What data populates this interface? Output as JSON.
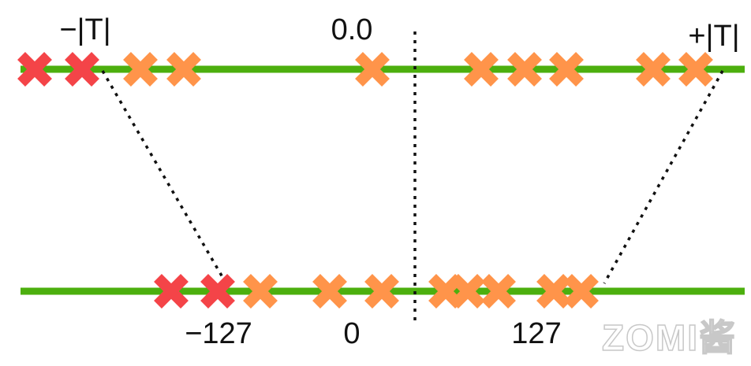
{
  "labels": {
    "neg_threshold": "−|T|",
    "zero_float": "0.0",
    "pos_threshold": "+|T|",
    "neg_int": "−127",
    "zero_int": "0",
    "pos_int": "127"
  },
  "watermark": "ZOMI酱",
  "colors": {
    "axis": "#4caf0e",
    "clipped_marker": "#f44448",
    "marker": "#ff944a",
    "dotted": "#111111"
  },
  "icons": {
    "marker": "cross-marker",
    "clipped": "cross-marker-clipped"
  }
}
